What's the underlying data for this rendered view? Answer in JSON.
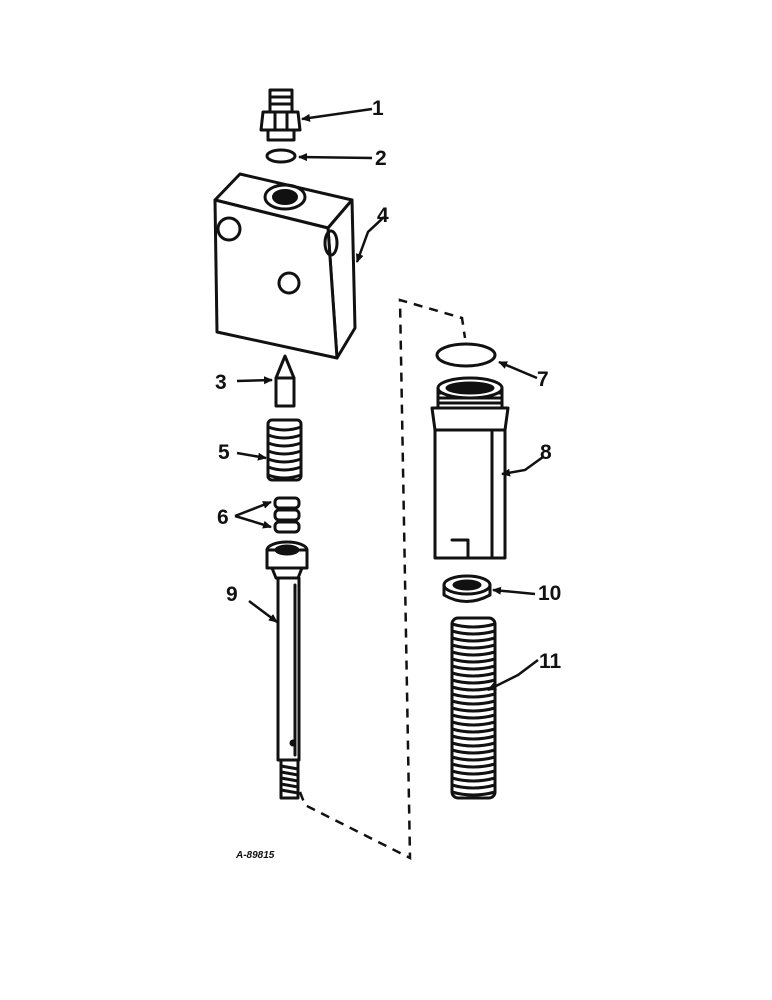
{
  "diagram": {
    "figure_id": "A-89815",
    "callouts": [
      {
        "id": "c1",
        "label": "1",
        "part": "fitting"
      },
      {
        "id": "c2",
        "label": "2",
        "part": "o-ring"
      },
      {
        "id": "c3",
        "label": "3",
        "part": "poppet"
      },
      {
        "id": "c4",
        "label": "4",
        "part": "valve-body"
      },
      {
        "id": "c5",
        "label": "5",
        "part": "spring"
      },
      {
        "id": "c6",
        "label": "6",
        "part": "shims"
      },
      {
        "id": "c7",
        "label": "7",
        "part": "o-ring"
      },
      {
        "id": "c8",
        "label": "8",
        "part": "plug"
      },
      {
        "id": "c9",
        "label": "9",
        "part": "stem"
      },
      {
        "id": "c10",
        "label": "10",
        "part": "seal-washer"
      },
      {
        "id": "c11",
        "label": "11",
        "part": "spring"
      }
    ]
  }
}
